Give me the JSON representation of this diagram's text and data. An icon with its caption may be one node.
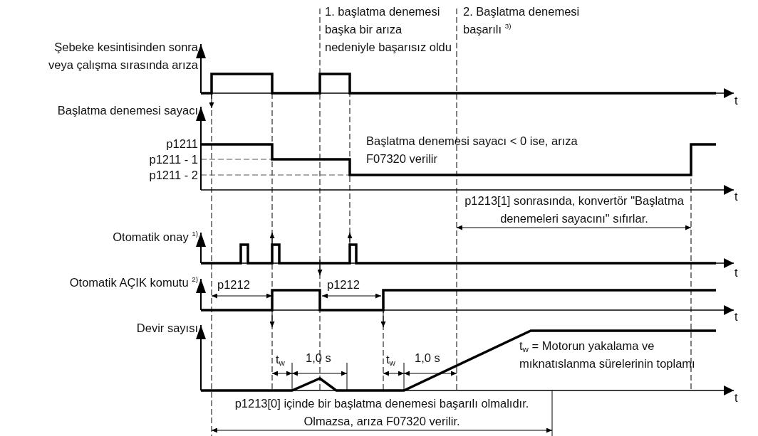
{
  "diagram": {
    "labels": [
      "1. başlatma denemesi başka bir arıza nedeniyle başarısız oldu",
      "2. Başlatma denemesi başarılı $^{3)}$",
      "Şebeke kesintisinden sonra veya çalışma sırasında arıza",
      "t",
      "Başlatma denemesi sayacı",
      "p1211",
      "Başlatma denemesi sayacı < 0 ise, arıza F07320 verilir",
      "p1211 - 1",
      "p1211 - 2",
      "t",
      "p1213[1] sonrasında, konvertör \"Başlatma denemeleri sayacını\" sıfırlar.",
      "Otomatik onay $^{1)}$",
      "t",
      "Otomatik AÇIK komutu $^{2)}$",
      "p1212",
      "p1212",
      "t",
      "Devir sayısı",
      "t$_{w}$",
      "1,0 s",
      "t$_{w}$",
      "1,0 s",
      "t$_{w}$ = Motorun yakalama ve mıknatıslanma sürelerinin toplamı",
      "t",
      "p1213[0] içinde bir başlatma denemesi başarılı olmalıdır. Olmazsa, arıza F07320 verilir."
    ]
  }
}
